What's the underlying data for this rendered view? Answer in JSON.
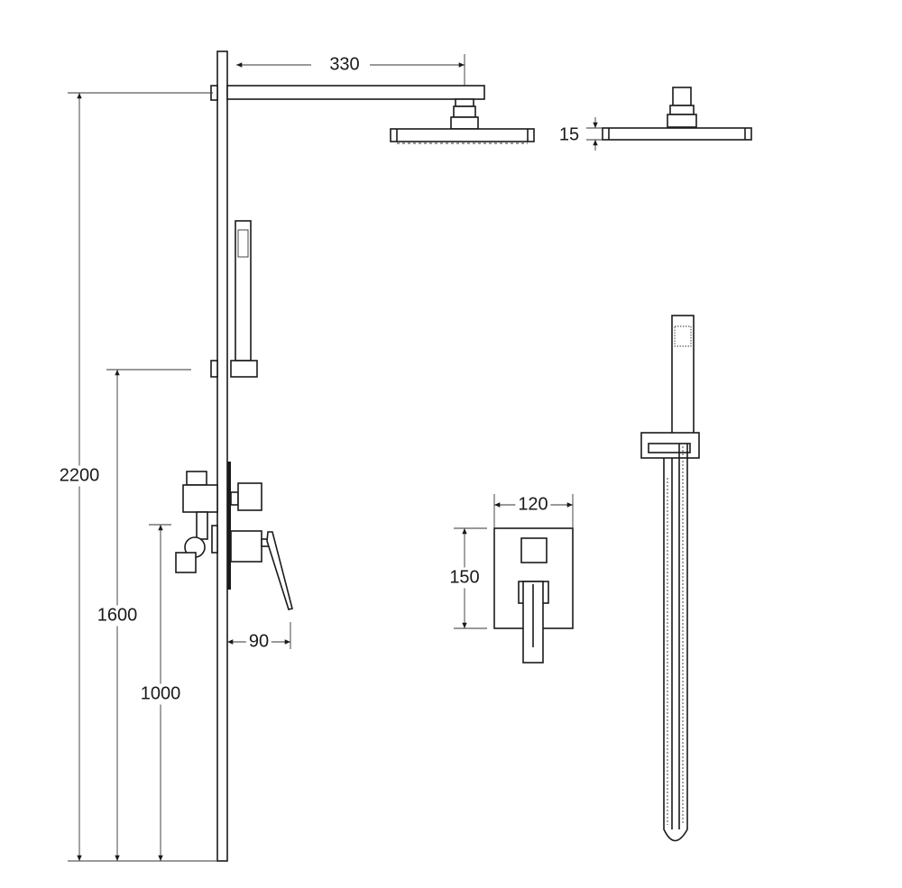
{
  "dimensions": {
    "arm_length": "330",
    "head_thickness": "15",
    "total_height": "2200",
    "holder_height": "1600",
    "mixer_height": "1000",
    "mixer_depth": "90",
    "plate_width": "120",
    "plate_height": "150"
  },
  "colors": {
    "line": "#1a1a1a",
    "background": "#ffffff"
  }
}
